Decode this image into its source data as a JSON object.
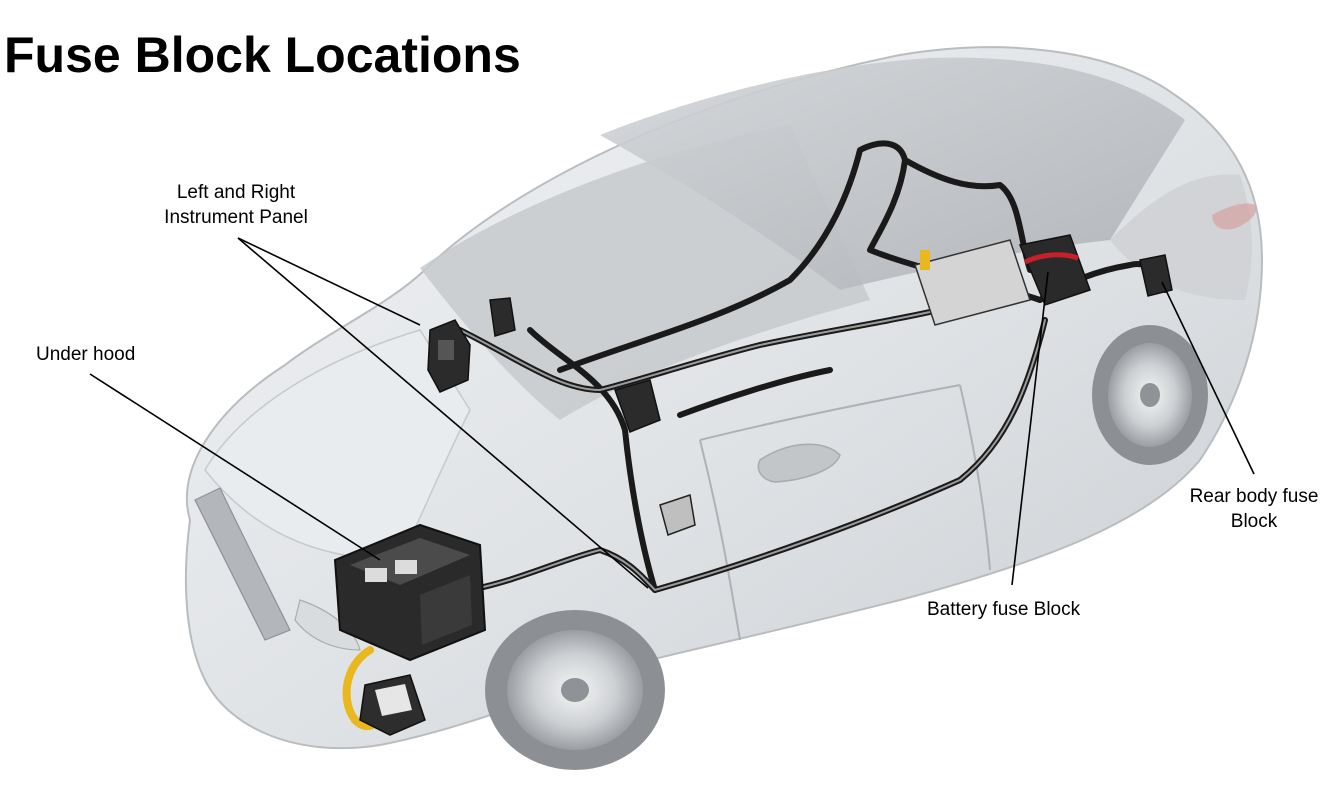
{
  "title": "Fuse Block Locations",
  "labels": {
    "instrument_panel": {
      "line1": "Left and Right",
      "line2": "Instrument Panel"
    },
    "under_hood": "Under hood",
    "battery": "Battery fuse Block",
    "rear_body": {
      "line1": "Rear body fuse",
      "line2": "Block"
    }
  },
  "colors": {
    "body": "#e4e7ea",
    "glass": "#c2c5c8",
    "harness": "#1a1a1a",
    "high_voltage_cable": "#e8b81e",
    "battery_band": "#c8202a",
    "leader_line": "#000000"
  }
}
